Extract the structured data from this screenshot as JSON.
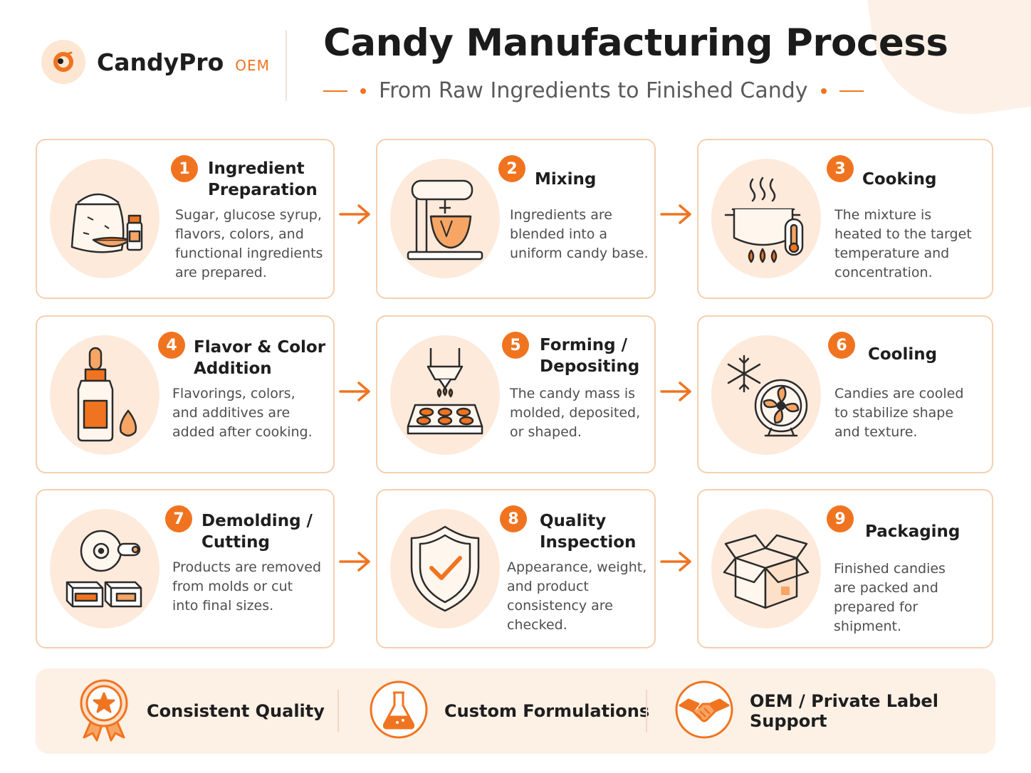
{
  "brand": {
    "name": "CandyPro",
    "tag": "OEM"
  },
  "header": {
    "title": "Candy Manufacturing Process",
    "subtitle": "From Raw Ingredients to Finished Candy"
  },
  "colors": {
    "accent": "#f07420",
    "card_border": "#f7cfae",
    "icon_bg": "#fdeadb",
    "bottom_bar": "#fdf0e5"
  },
  "steps": [
    {
      "number": "1",
      "title": "Ingredient\nPreparation",
      "description": "Sugar, glucose syrup,\nflavors, colors, and\nfunctional ingredients\nare prepared.",
      "icon": "ingredient-bag-icon"
    },
    {
      "number": "2",
      "title": "Mixing",
      "description": "Ingredients are\nblended into a\nuniform candy base.",
      "icon": "stand-mixer-icon"
    },
    {
      "number": "3",
      "title": "Cooking",
      "description": "The mixture is\nheated to the target\ntemperature and\nconcentration.",
      "icon": "cooking-pot-icon"
    },
    {
      "number": "4",
      "title": "Flavor & Color\nAddition",
      "description": "Flavorings, colors,\nand additives are\nadded after cooking.",
      "icon": "dropper-bottle-icon"
    },
    {
      "number": "5",
      "title": "Forming /\nDepositing",
      "description": "The candy mass is\nmolded, deposited,\nor shaped.",
      "icon": "depositor-mold-icon"
    },
    {
      "number": "6",
      "title": "Cooling",
      "description": "Candies are cooled\nto stabilize shape\nand texture.",
      "icon": "cooling-fan-icon"
    },
    {
      "number": "7",
      "title": "Demolding /\nCutting",
      "description": "Products are removed\nfrom molds or cut\ninto final sizes.",
      "icon": "cutting-roller-icon"
    },
    {
      "number": "8",
      "title": "Quality\nInspection",
      "description": "Appearance, weight,\nand product\nconsistency are\nchecked.",
      "icon": "shield-check-icon"
    },
    {
      "number": "9",
      "title": "Packaging",
      "description": "Finished candies\nare packed and\nprepared for\nshipment.",
      "icon": "open-box-icon"
    }
  ],
  "features": [
    {
      "label": "Consistent Quality",
      "icon": "award-badge-icon"
    },
    {
      "label": "Custom Formulations",
      "icon": "flask-icon"
    },
    {
      "label": "OEM / Private Label Support",
      "icon": "handshake-icon"
    }
  ]
}
